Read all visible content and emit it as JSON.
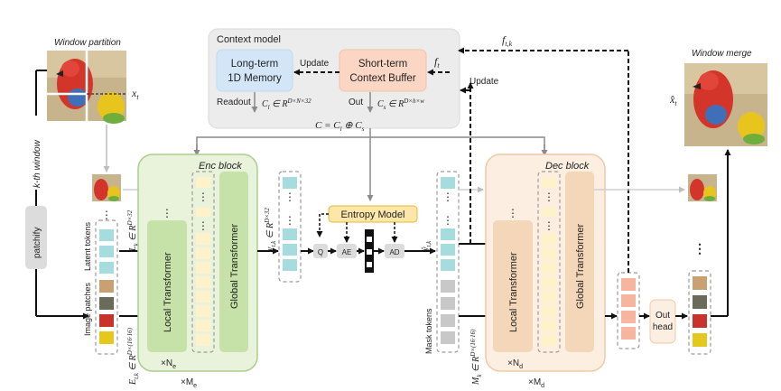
{
  "context_model": {
    "title": "Context model",
    "long_term": [
      "Long-term",
      "1D Memory"
    ],
    "short_term": [
      "Short-term",
      "Context Buffer"
    ],
    "update": "Update",
    "readout": "Readout",
    "out": "Out",
    "cl_label": "C",
    "cl_sub": "l",
    "cl_space": " ∈ R",
    "cl_sup": "D×N×32",
    "cs_label": "C",
    "cs_sub": "s",
    "cs_space": " ∈ R",
    "cs_sup": "D×h×w",
    "ft": "f",
    "ft_sub": "t",
    "c_eq": "C = C",
    "c_eq_sub1": "l",
    "c_eq_op": " ⊕ C",
    "c_eq_sub2": "s"
  },
  "left": {
    "window_partition": "Window partition",
    "xt": "x",
    "xt_sub": "t",
    "kth_window": "k-th window",
    "patchify": "patchify",
    "latent_tokens": "Latent tokens",
    "image_patches": "Image patches",
    "lk": "L",
    "lk_sub": "k",
    "lk_space": " ∈ R",
    "lk_sup": "D×32",
    "etk": "E",
    "etk_sub": "t,k",
    "etk_space": " ∈ R",
    "etk_sup": "D×(16·16)"
  },
  "enc": {
    "title": "Enc block",
    "local": "Local Transformer",
    "global": "Global Transformer",
    "ne": "×N",
    "ne_sub": "e",
    "me": "×M",
    "me_sub": "e",
    "ytk": "y",
    "ytk_sub": "t,k",
    "ytk_space": " ∈ R",
    "ytk_sup": "D×32"
  },
  "entropy": {
    "title": "Entropy Model",
    "q": "Q",
    "ae": "AE",
    "ad": "AD",
    "yhat": "ŷ",
    "yhat_sub": "t,k"
  },
  "dec": {
    "title": "Dec block",
    "local": "Local Transformer",
    "global": "Global Transformer",
    "nd": "×N",
    "nd_sub": "d",
    "md": "×M",
    "md_sub": "d",
    "mask_tokens": "Mask tokens",
    "mk": "M",
    "mk_sub": "k",
    "mk_space": " ∈ R",
    "mk_sup": "D×(16·16)",
    "update": "Update",
    "ftk": "f",
    "ftk_sub": "t,k",
    "out_head": [
      "Out",
      "head"
    ]
  },
  "right": {
    "window_merge": "Window merge",
    "xhat": "x̂",
    "xhat_sub": "t"
  },
  "ellipsis": "⋮",
  "colors": {
    "teal": "#a6dcde",
    "teal_dark": "#8fcfd2",
    "cream": "#fdf2c9",
    "enc_fill": "#e9f3dc",
    "enc_stroke": "#a9cf8c",
    "enc_inner": "#c6e2a8",
    "dec_fill": "#fcefe2",
    "dec_stroke": "#efc9a4",
    "dec_inner": "#f4d7b9",
    "salmon": "#f5b59f",
    "grey_token": "#c8c8c8",
    "entropy_fill": "#fce7a8",
    "entropy_stroke": "#e3b93a"
  }
}
